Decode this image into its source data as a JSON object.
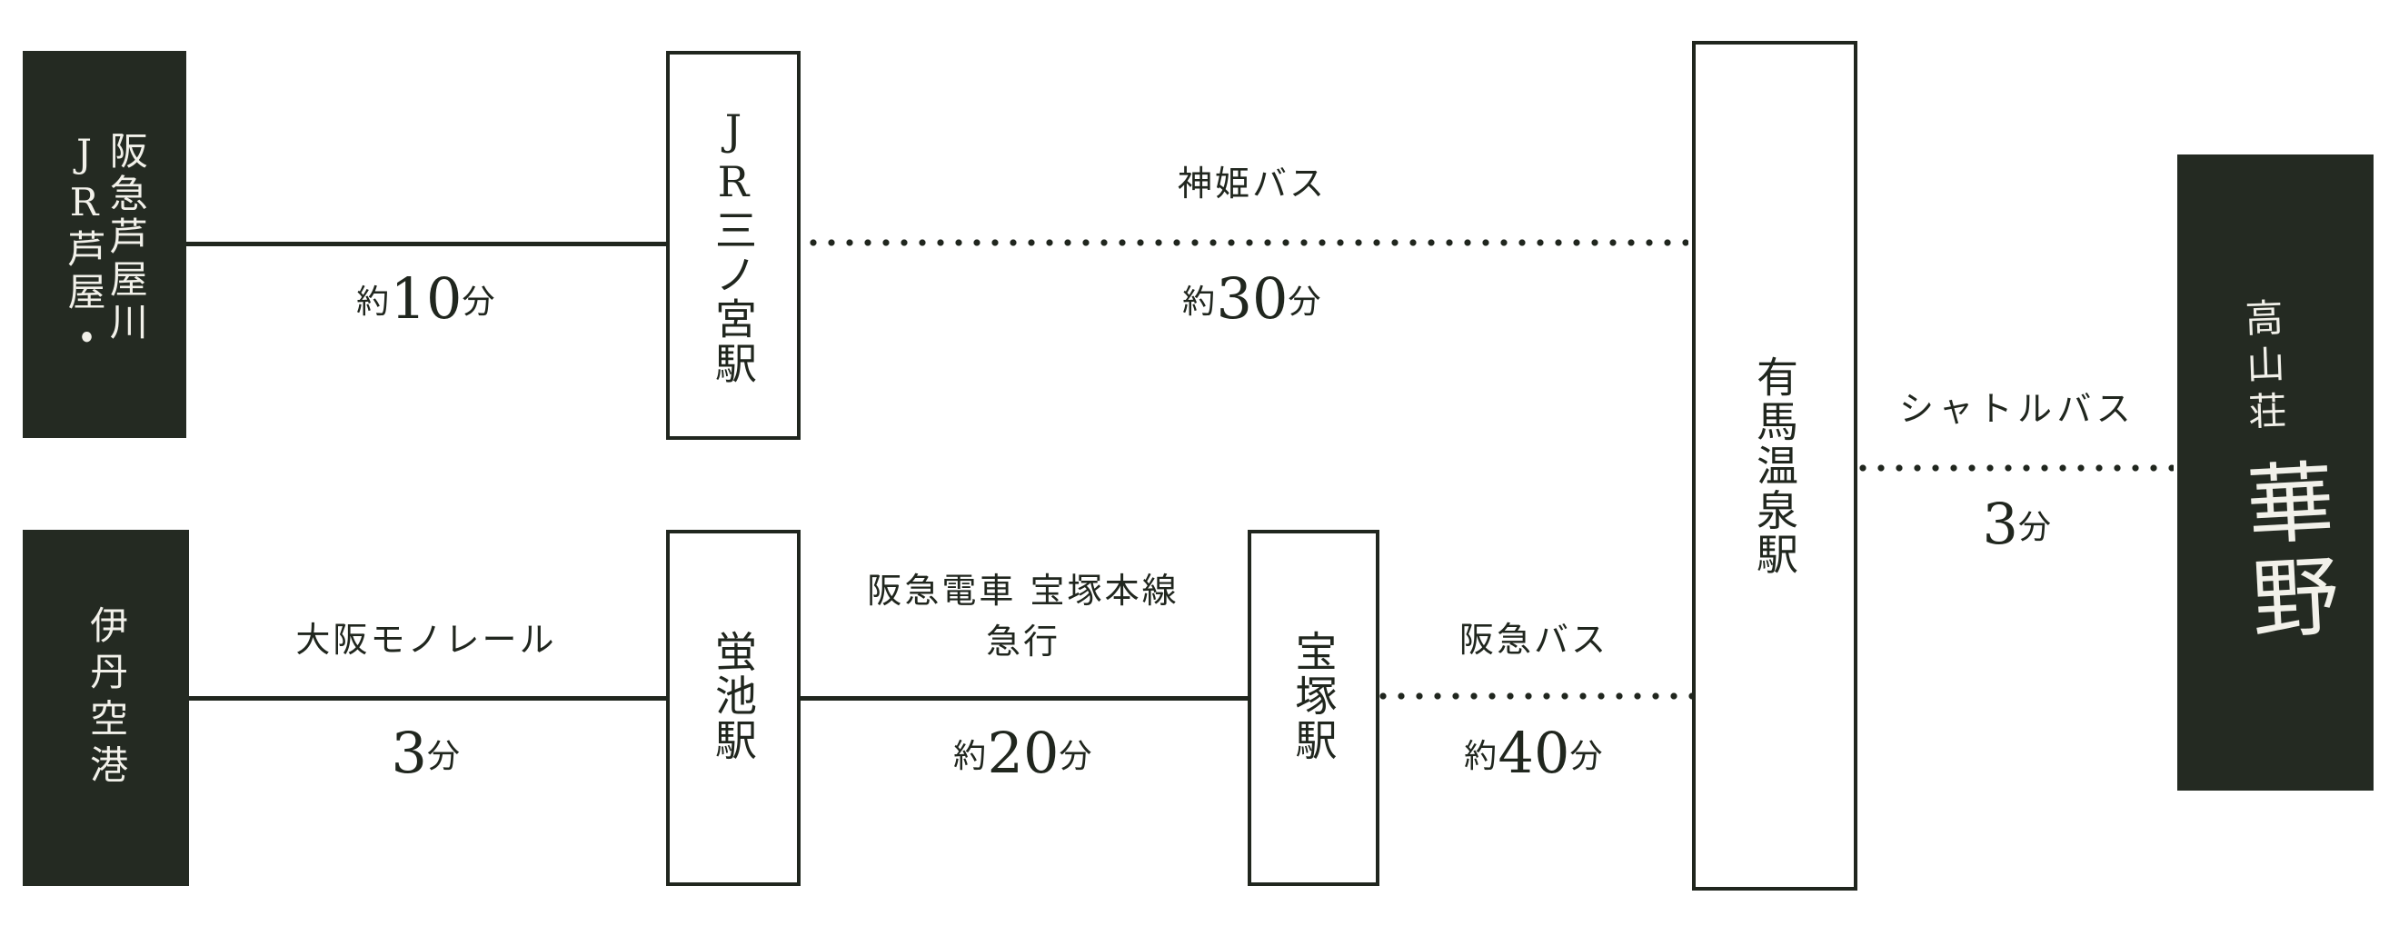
{
  "colors": {
    "background": "#ffffff",
    "ink": "#20261e",
    "panel": "#242a22",
    "panel_text": "#f2f1ea"
  },
  "terminals": {
    "ashiya": "阪急芦屋川\nJR芦屋・",
    "itami": "伊丹空港"
  },
  "stations": {
    "sannomiya": "JR三ノ宮駅",
    "hotarugaike": "蛍池駅",
    "takarazuka": "宝塚駅",
    "arima": "有馬温泉駅"
  },
  "destination": {
    "name_small": "高山荘",
    "name_large": "華野"
  },
  "routes": [
    {
      "from": "阪急芦屋川・JR芦屋",
      "to": "JR三ノ宮駅",
      "via": "",
      "via2": "",
      "prefix": "約",
      "minutes": "10",
      "unit": "分",
      "line_style": "solid"
    },
    {
      "from": "JR三ノ宮駅",
      "to": "有馬温泉駅",
      "via": "神姫バス",
      "via2": "",
      "prefix": "約",
      "minutes": "30",
      "unit": "分",
      "line_style": "dotted"
    },
    {
      "from": "伊丹空港",
      "to": "蛍池駅",
      "via": "大阪モノレール",
      "via2": "",
      "prefix": "",
      "minutes": "3",
      "unit": "分",
      "line_style": "solid"
    },
    {
      "from": "蛍池駅",
      "to": "宝塚駅",
      "via": "阪急電車 宝塚本線",
      "via2": "急行",
      "prefix": "約",
      "minutes": "20",
      "unit": "分",
      "line_style": "solid"
    },
    {
      "from": "宝塚駅",
      "to": "有馬温泉駅",
      "via": "阪急バス",
      "via2": "",
      "prefix": "約",
      "minutes": "40",
      "unit": "分",
      "line_style": "dotted"
    },
    {
      "from": "有馬温泉駅",
      "to": "高山荘 華野",
      "via": "シャトルバス",
      "via2": "",
      "prefix": "",
      "minutes": "3",
      "unit": "分",
      "line_style": "dotted"
    }
  ]
}
